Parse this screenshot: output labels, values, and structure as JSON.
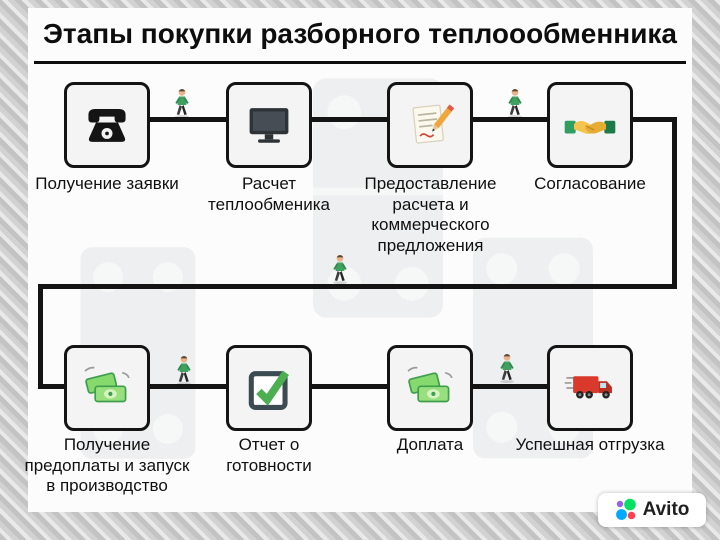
{
  "title": "Этапы покупки разборного теплоообменника",
  "steps": [
    {
      "id": "request",
      "label": "Получение заявки",
      "icon": "phone-icon"
    },
    {
      "id": "calculation",
      "label": "Расчет теплообменика",
      "icon": "monitor-icon"
    },
    {
      "id": "proposal",
      "label": "Предоставление расчета и коммерческого предложения",
      "icon": "document-pencil-icon"
    },
    {
      "id": "approval",
      "label": "Согласование",
      "icon": "handshake-icon"
    },
    {
      "id": "prepayment",
      "label": "Получение предоплаты и запуск в производство",
      "icon": "money-icon"
    },
    {
      "id": "readiness",
      "label": "Отчет о готовности",
      "icon": "checkbox-icon"
    },
    {
      "id": "surcharge",
      "label": "Доплата",
      "icon": "money-icon"
    },
    {
      "id": "shipment",
      "label": "Успешная отгрузка",
      "icon": "truck-icon"
    }
  ],
  "watermark": {
    "brand": "Avito"
  },
  "colors": {
    "line": "#141414",
    "box_fill": "#f4f4f4",
    "person_shirt": "#3fa05f",
    "check_green": "#4caf50",
    "truck_red": "#d93a2b",
    "money_green": "#86d96c",
    "handshake_yellow": "#f4c44e",
    "avito_red": "#ff4053",
    "avito_green": "#04e061",
    "avito_blue": "#00aaff",
    "avito_purple": "#965eeb"
  }
}
